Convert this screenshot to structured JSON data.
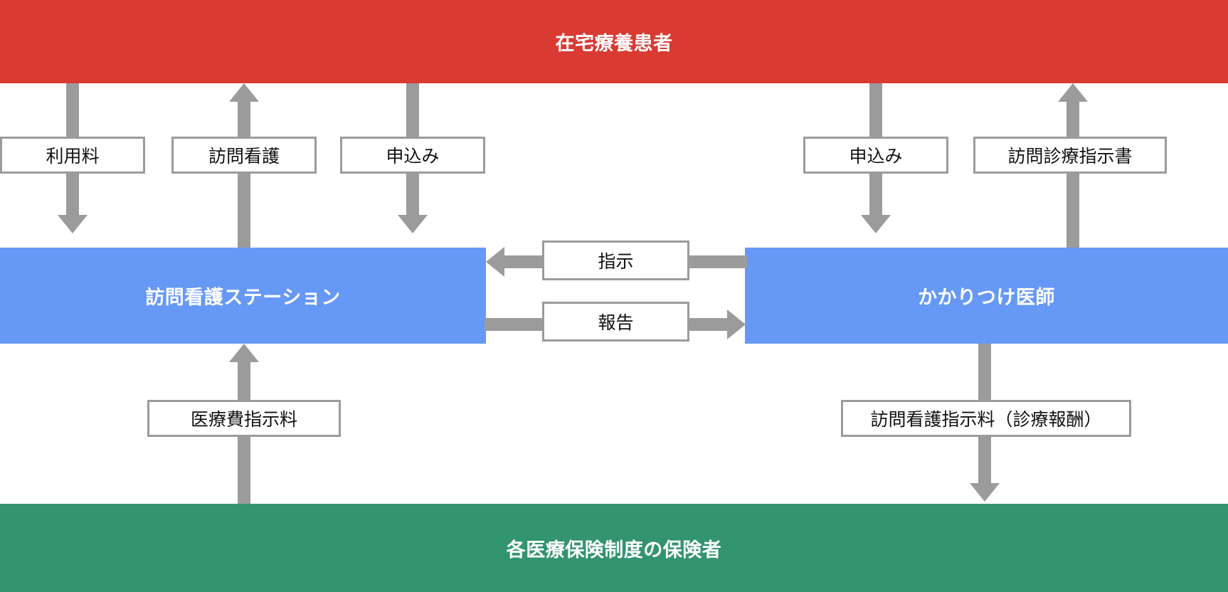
{
  "diagram": {
    "title": "在宅療養患者",
    "nodes": {
      "patient": "在宅療養患者",
      "visiting_nurse_station": "訪問看護ステーション",
      "family_doctor": "かかりつけ医師",
      "insurers": "各医療保険制度の保険者"
    },
    "edge_labels": {
      "usage_fee": "利用料",
      "home_nursing": "訪問看護",
      "application_left": "申込み",
      "application_right": "申込み",
      "home_care_instruction_sheet": "訪問診療指示書",
      "instruction": "指示",
      "report": "報告",
      "medical_expense_instruction_fee": "医療費指示料",
      "nursing_instruction_fee": "訪問看護指示料（診療報酬）"
    },
    "edges": [
      {
        "label": "利用料",
        "from": "在宅療養患者",
        "to": "訪問看護ステーション",
        "direction": "down"
      },
      {
        "label": "訪問看護",
        "from": "訪問看護ステーション",
        "to": "在宅療養患者",
        "direction": "up"
      },
      {
        "label": "申込み",
        "from": "在宅療養患者",
        "to": "訪問看護ステーション",
        "direction": "down"
      },
      {
        "label": "申込み",
        "from": "在宅療養患者",
        "to": "かかりつけ医師",
        "direction": "down"
      },
      {
        "label": "訪問診療指示書",
        "from": "かかりつけ医師",
        "to": "在宅療養患者",
        "direction": "up"
      },
      {
        "label": "指示",
        "from": "かかりつけ医師",
        "to": "訪問看護ステーション",
        "direction": "left"
      },
      {
        "label": "報告",
        "from": "訪問看護ステーション",
        "to": "かかりつけ医師",
        "direction": "right"
      },
      {
        "label": "医療費指示料",
        "from": "各医療保険制度の保険者",
        "to": "訪問看護ステーション",
        "direction": "up"
      },
      {
        "label": "訪問看護指示料（診療報酬）",
        "from": "かかりつけ医師",
        "to": "各医療保険制度の保険者",
        "direction": "down"
      }
    ],
    "colors": {
      "patient_band": "#D93A32",
      "provider_band": "#6699F5",
      "insurer_band": "#339470",
      "arrow": "#9b9b9b",
      "label_border": "#9b9b9b",
      "label_text": "#111111",
      "band_text": "#ffffff"
    }
  }
}
